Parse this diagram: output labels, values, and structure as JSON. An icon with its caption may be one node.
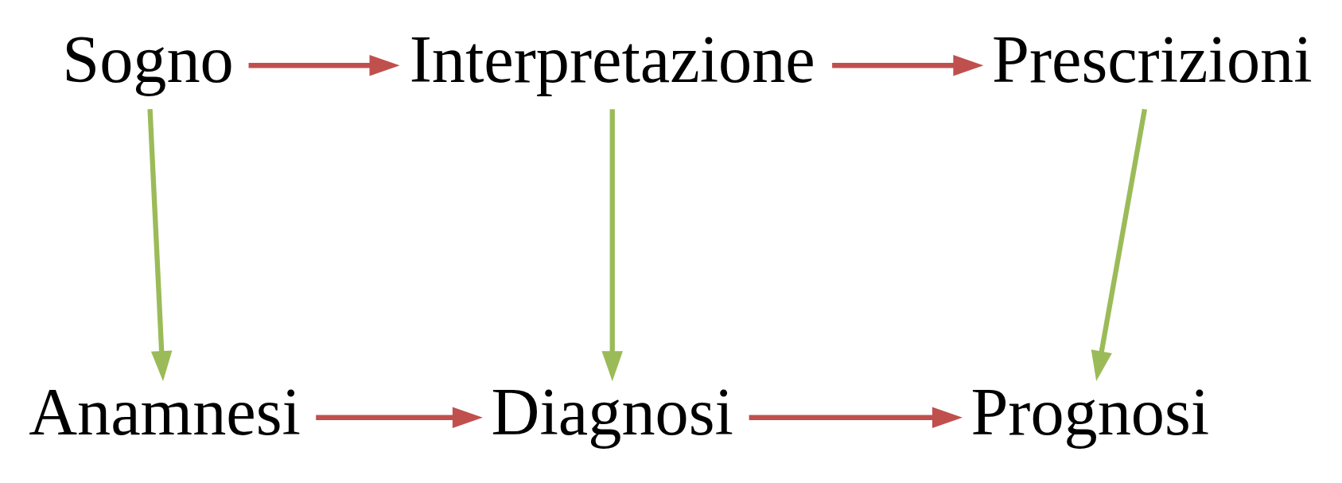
{
  "diagram": {
    "nodes": [
      {
        "text": [
          "Sogno"
        ]
      },
      {
        "text": [
          "Interpretazione"
        ]
      },
      {
        "text": [
          "Prescrizioni"
        ]
      },
      {
        "text": [
          "Anamnesi"
        ]
      },
      {
        "text": [
          "Diagnosi"
        ]
      },
      {
        "text": [
          "Prognosi"
        ]
      }
    ],
    "edges": [
      {
        "from": 0,
        "to": 1,
        "arrow": "to"
      },
      {
        "from": 1,
        "to": 2,
        "arrow": "to"
      },
      {
        "from": 0,
        "to": 3,
        "arrow": "to",
        "color": "#9bbb59"
      },
      {
        "from": 1,
        "to": 4,
        "arrow": "to",
        "color": "#9bbb59"
      },
      {
        "from": 2,
        "to": 5,
        "arrow": "to",
        "color": "#9bbb59"
      },
      {
        "from": 3,
        "to": 4,
        "arrow": "to"
      },
      {
        "from": 4,
        "to": 5,
        "arrow": "to"
      }
    ]
  }
}
